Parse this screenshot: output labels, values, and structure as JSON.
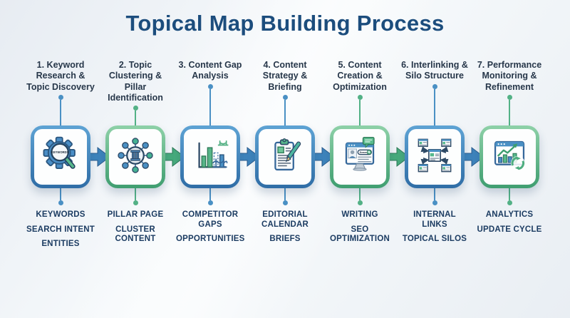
{
  "title": "Topical Map Building Process",
  "colors": {
    "blue_accent": "#3e84bc",
    "green_accent": "#47ab7c",
    "title_navy": "#1c4d7d",
    "step_title_text": "#27374a",
    "keyword_text": "#1c3c62",
    "background": "#edf1f5",
    "box_fill": "#fdfefe"
  },
  "steps": [
    {
      "number": "1",
      "title": "1. Keyword Research & Topic Discovery",
      "accent": "blue",
      "icon": "gear-magnifier",
      "icon_text": "KEYWORDS",
      "keywords": [
        "KEYWORDS",
        "SEARCH INTENT",
        "ENTITIES"
      ]
    },
    {
      "number": "2",
      "title": "2. Topic Clustering & Pillar Identification",
      "accent": "green",
      "icon": "pillar-cluster-network",
      "keywords": [
        "PILLAR PAGE",
        "CLUSTER CONTENT"
      ]
    },
    {
      "number": "3",
      "title": "3. Content Gap Analysis",
      "accent": "blue",
      "icon": "bar-chart-bridge",
      "keywords": [
        "COMPETITOR GAPS",
        "OPPORTUNITIES"
      ]
    },
    {
      "number": "4",
      "title": "4. Content Strategy & Briefing",
      "accent": "blue",
      "icon": "clipboard-pen",
      "keywords": [
        "EDITORIAL CALENDAR",
        "BRIEFS"
      ]
    },
    {
      "number": "5",
      "title": "5. Content Creation & Optimization",
      "accent": "green",
      "icon": "monitor-search",
      "icon_text": "Search",
      "keywords": [
        "WRITING",
        "SEO OPTIMIZATION"
      ]
    },
    {
      "number": "6",
      "title": "6. Interlinking & Silo Structure",
      "accent": "blue",
      "icon": "linked-pages",
      "keywords": [
        "INTERNAL LINKS",
        "TOPICAL SILOS"
      ]
    },
    {
      "number": "7",
      "title": "7. Performance Monitoring & Refinement",
      "accent": "green",
      "icon": "analytics-refresh-chart",
      "keywords": [
        "ANALYTICS",
        "UPDATE CYCLE"
      ]
    }
  ],
  "arrows": [
    "blue",
    "green",
    "blue",
    "blue",
    "green",
    "blue"
  ]
}
